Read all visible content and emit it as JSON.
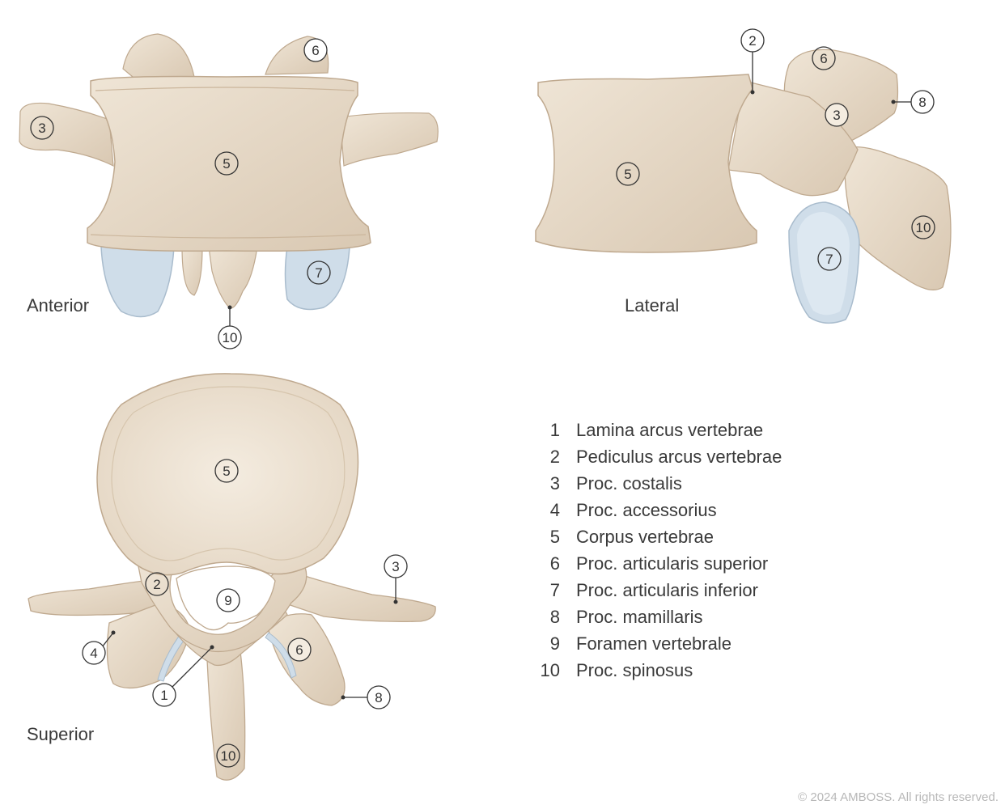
{
  "views": {
    "anterior": "Anterior",
    "lateral": "Lateral",
    "superior": "Superior"
  },
  "callouts": {
    "anterior": [
      "6",
      "3",
      "5",
      "7",
      "10"
    ],
    "lateral": [
      "2",
      "6",
      "8",
      "3",
      "5",
      "10",
      "7"
    ],
    "superior": [
      "5",
      "9",
      "2",
      "3",
      "4",
      "6",
      "1",
      "8",
      "10"
    ]
  },
  "legend": [
    {
      "num": "1",
      "label": "Lamina arcus vertebrae"
    },
    {
      "num": "2",
      "label": "Pediculus arcus vertebrae"
    },
    {
      "num": "3",
      "label": "Proc. costalis"
    },
    {
      "num": "4",
      "label": "Proc. accessorius"
    },
    {
      "num": "5",
      "label": "Corpus vertebrae"
    },
    {
      "num": "6",
      "label": "Proc. articularis superior"
    },
    {
      "num": "7",
      "label": "Proc. articularis inferior"
    },
    {
      "num": "8",
      "label": "Proc. mamillaris"
    },
    {
      "num": "9",
      "label": "Foramen vertebrale"
    },
    {
      "num": "10",
      "label": "Proc. spinosus"
    }
  ],
  "copyright": "© 2024 AMBOSS. All rights reserved.",
  "colors": {
    "bone": "#e8dccb",
    "bone_shadow": "#cdbba3",
    "bone_outline": "#b9a58c",
    "cartilage": "#cfdde9",
    "cartilage_outline": "#a9bccd"
  }
}
